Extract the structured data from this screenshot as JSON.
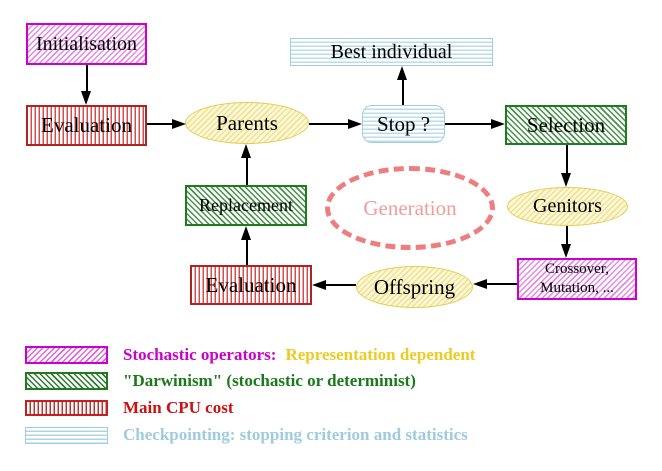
{
  "nodes": {
    "initialisation": "Initialisation",
    "evaluation_top": "Evaluation",
    "parents": "Parents",
    "best_individual": "Best individual",
    "stop": "Stop ?",
    "selection": "Selection",
    "genitors": "Genitors",
    "crossover_line1": "Crossover,",
    "crossover_line2": "Mutation, ...",
    "offspring": "Offspring",
    "evaluation_bottom": "Evaluation",
    "replacement": "Replacement",
    "generation": "Generation"
  },
  "legend": {
    "rows": [
      {
        "swatch": "magenta-diagonal-hatch",
        "text": "Stochastic operators:",
        "text2": "Representation dependent"
      },
      {
        "swatch": "green-diagonal-hatch",
        "text": "\"Darwinism\" (stochastic or determinist)"
      },
      {
        "swatch": "red-vertical-stripes",
        "text": "Main CPU cost"
      },
      {
        "swatch": "cyan-horizontal-stripes",
        "text": "Checkpointing: stopping criterion and statistics"
      }
    ]
  },
  "colors": {
    "magenta": "#cc00cc",
    "green": "#1e7b1e",
    "red": "#b22222",
    "cyan_border": "#a0cde0",
    "cyan_text": "#9fcbe1",
    "yellow_border": "#e2cd52",
    "gold_text": "#eecb22",
    "salmon": "#ee7e7e",
    "arrow": "#000000"
  }
}
